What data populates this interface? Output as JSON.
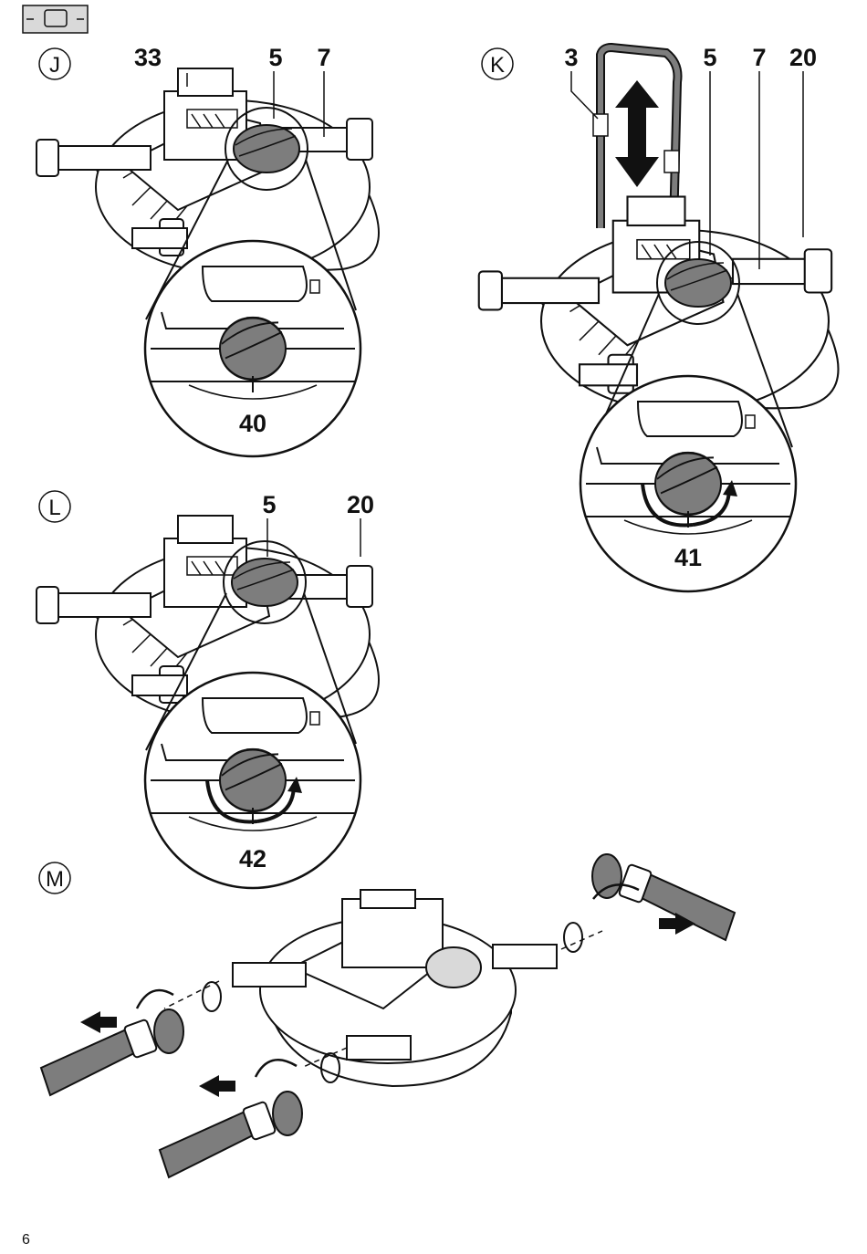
{
  "figures": {
    "J": {
      "letter": "J",
      "callouts": [
        "33",
        "5",
        "7"
      ],
      "detail_callout": "40"
    },
    "K": {
      "letter": "K",
      "callouts": [
        "3",
        "5",
        "7",
        "20"
      ],
      "detail_callout": "41"
    },
    "L": {
      "letter": "L",
      "callouts": [
        "5",
        "20"
      ],
      "detail_callout": "42"
    },
    "M": {
      "letter": "M"
    }
  },
  "header_symbol": {
    "icon": "device-rectangle-icon"
  },
  "page_number": "6"
}
